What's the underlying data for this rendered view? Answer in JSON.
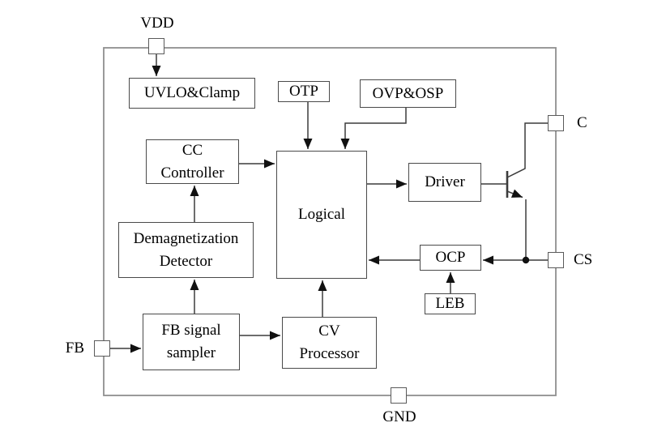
{
  "diagram": {
    "type": "ic-functional-block-diagram",
    "blocks": {
      "uvlo": {
        "label": "UVLO&Clamp"
      },
      "otp": {
        "label": "OTP"
      },
      "ovp": {
        "label": "OVP&OSP"
      },
      "cc": {
        "label": "CC\nController"
      },
      "logical": {
        "label": "Logical"
      },
      "driver": {
        "label": "Driver"
      },
      "demag": {
        "label": "Demagnetization\nDetector"
      },
      "ocp": {
        "label": "OCP"
      },
      "leb": {
        "label": "LEB"
      },
      "fb_sampler": {
        "label": "FB signal\nsampler"
      },
      "cv": {
        "label": "CV\nProcessor"
      }
    },
    "pins": {
      "vdd": {
        "label": "VDD"
      },
      "c": {
        "label": "C"
      },
      "cs": {
        "label": "CS"
      },
      "fb": {
        "label": "FB"
      },
      "gnd": {
        "label": "GND"
      }
    },
    "connections": [
      "VDD -> UVLO&Clamp",
      "OTP -> Logical",
      "OVP&OSP -> Logical",
      "CC Controller -> Logical",
      "Logical -> Driver",
      "Driver -> transistor base",
      "Demagnetization Detector -> CC Controller",
      "FB signal sampler -> Demagnetization Detector",
      "FB signal sampler -> CV Processor",
      "CV Processor -> Logical",
      "FB pin -> FB signal sampler",
      "LEB -> OCP",
      "CS pin -> OCP",
      "OCP -> Logical",
      "transistor collector -> C pin",
      "transistor emitter -> CS line"
    ],
    "colors": {
      "background": "#ffffff",
      "wire": "#3c3c3c",
      "chip_outline": "#8f8f8f",
      "arrowhead": "#111111",
      "box_border": "#4a4a4a",
      "text": "#000000"
    }
  }
}
